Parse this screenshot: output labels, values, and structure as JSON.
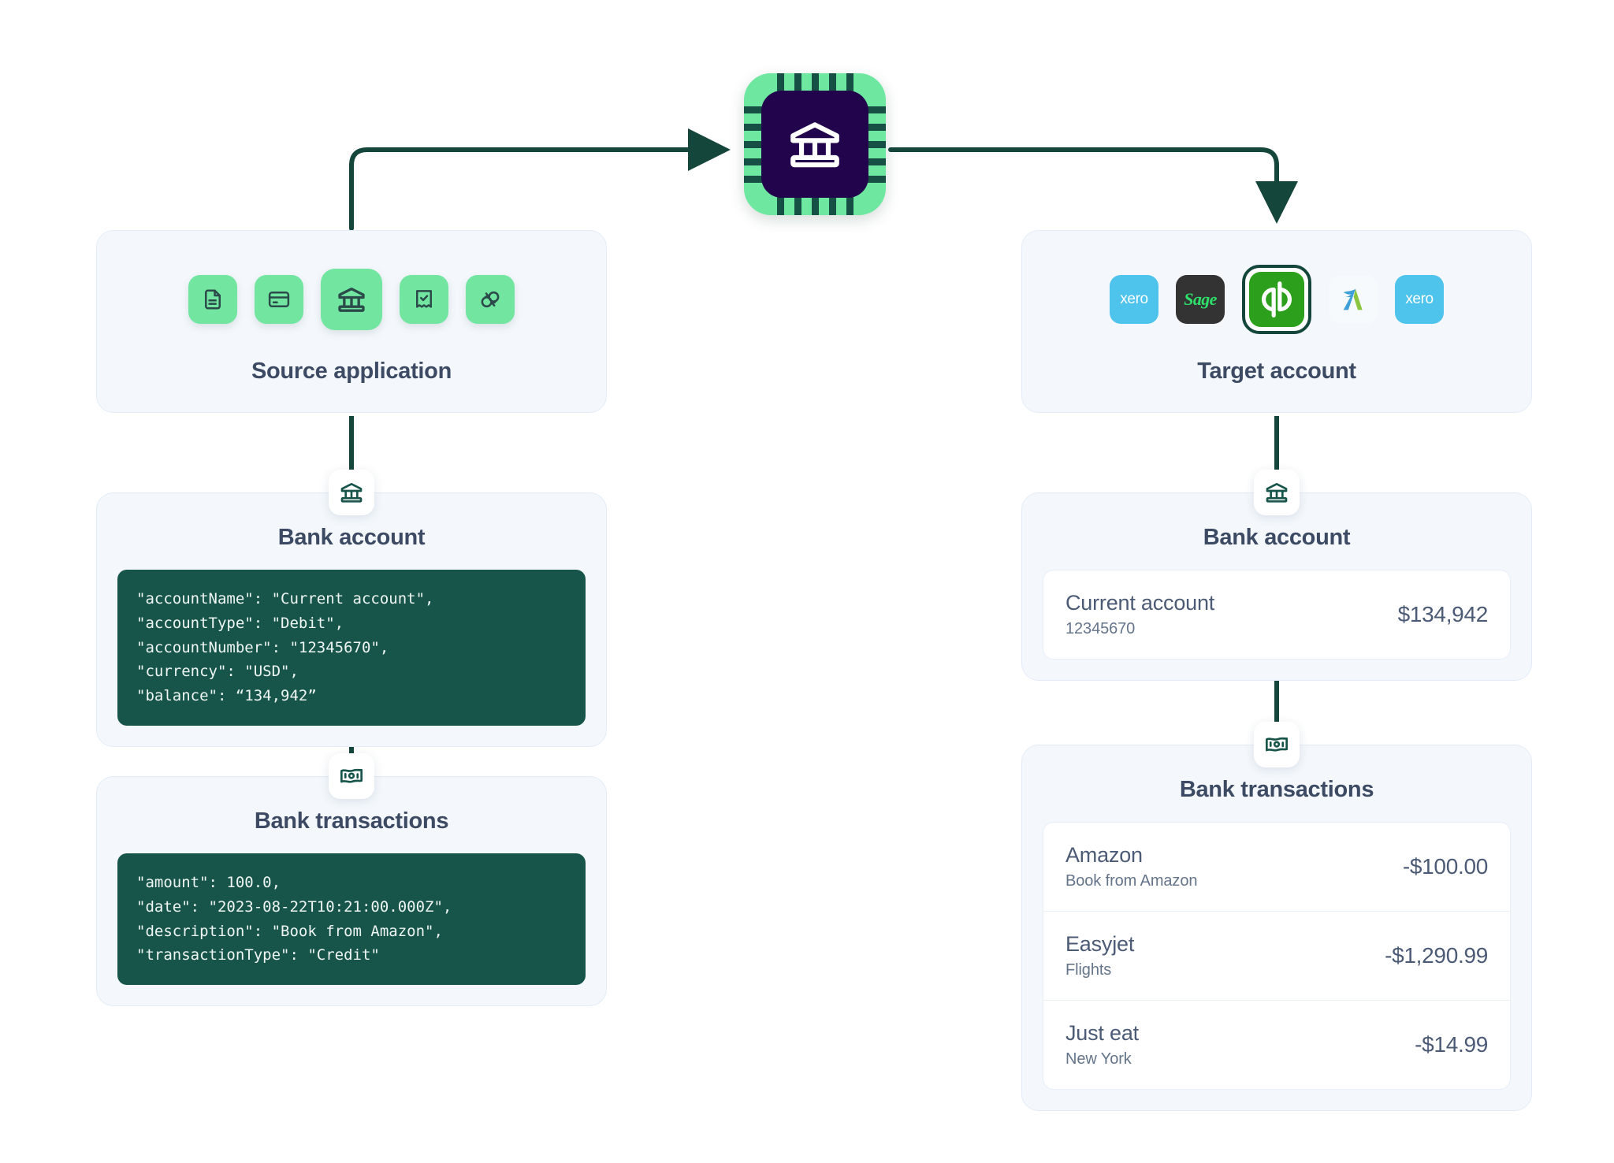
{
  "colors": {
    "accent_green": "#72e6a0",
    "dark_green": "#17554b",
    "chip_core": "#22044d",
    "panel_bg": "#f4f8fc",
    "text_dark": "#3d4a63",
    "text_body": "#4b5a75",
    "xero_blue": "#4ec3ec",
    "sage_dark": "#333333",
    "qb_green": "#2ca01c"
  },
  "center_chip": {
    "icon": "bank-icon",
    "label": "bank-chip"
  },
  "source": {
    "title": "Source application",
    "icons": [
      {
        "name": "document-icon",
        "selected": false
      },
      {
        "name": "credit-card-icon",
        "selected": false
      },
      {
        "name": "bank-icon",
        "selected": true
      },
      {
        "name": "receipt-check-icon",
        "selected": false
      },
      {
        "name": "sync-accounts-icon",
        "selected": false
      }
    ],
    "bank_account": {
      "badge_icon": "bank-icon",
      "title": "Bank account",
      "code": "\"accountName\": \"Current account\",\n\"accountType\": \"Debit\",\n\"accountNumber\": \"12345670\",\n\"currency\": \"USD\",\n\"balance\": “134,942”"
    },
    "bank_transactions": {
      "badge_icon": "banknote-icon",
      "title": "Bank transactions",
      "code": "\"amount\": 100.0,\n\"date\": \"2023-08-22T10:21:00.000Z\",\n\"description\": \"Book from Amazon\",\n\"transactionType\": \"Credit\""
    }
  },
  "target": {
    "title": "Target account",
    "logos": [
      {
        "name": "xero-logo",
        "text": "xero",
        "selected": false
      },
      {
        "name": "sage-logo",
        "text": "Sage",
        "selected": false
      },
      {
        "name": "quickbooks-logo",
        "text": "qb",
        "selected": true
      },
      {
        "name": "freeagent-logo",
        "text": "",
        "selected": false
      },
      {
        "name": "xero-logo",
        "text": "xero",
        "selected": false
      }
    ],
    "bank_account": {
      "badge_icon": "bank-icon",
      "title": "Bank account",
      "account": {
        "name": "Current account",
        "number": "12345670",
        "balance": "$134,942"
      }
    },
    "bank_transactions": {
      "badge_icon": "banknote-icon",
      "title": "Bank transactions",
      "rows": [
        {
          "name": "Amazon",
          "sub": "Book from Amazon",
          "amount": "-$100.00"
        },
        {
          "name": "Easyjet",
          "sub": "Flights",
          "amount": "-$1,290.99"
        },
        {
          "name": "Just eat",
          "sub": "New York",
          "amount": "-$14.99"
        }
      ]
    }
  }
}
